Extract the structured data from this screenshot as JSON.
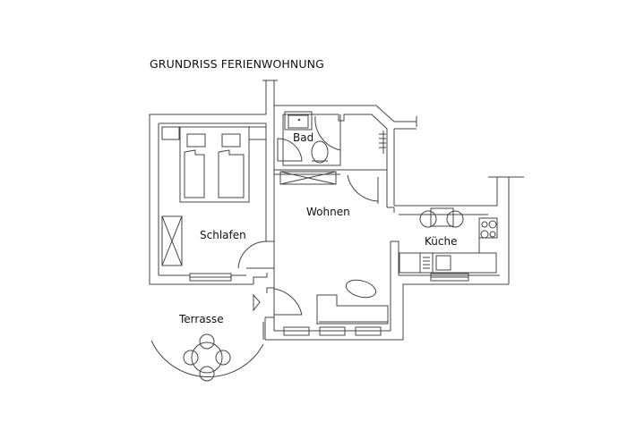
{
  "title": "GRUNDRISS FERIENWOHNUNG",
  "rooms": [
    {
      "name": "Bad"
    },
    {
      "name": "Wohnen"
    },
    {
      "name": "Schlafen"
    },
    {
      "name": "Küche"
    },
    {
      "name": "Terrasse"
    }
  ],
  "colors": {
    "line": "#444444",
    "background": "#ffffff",
    "text": "#111111"
  }
}
